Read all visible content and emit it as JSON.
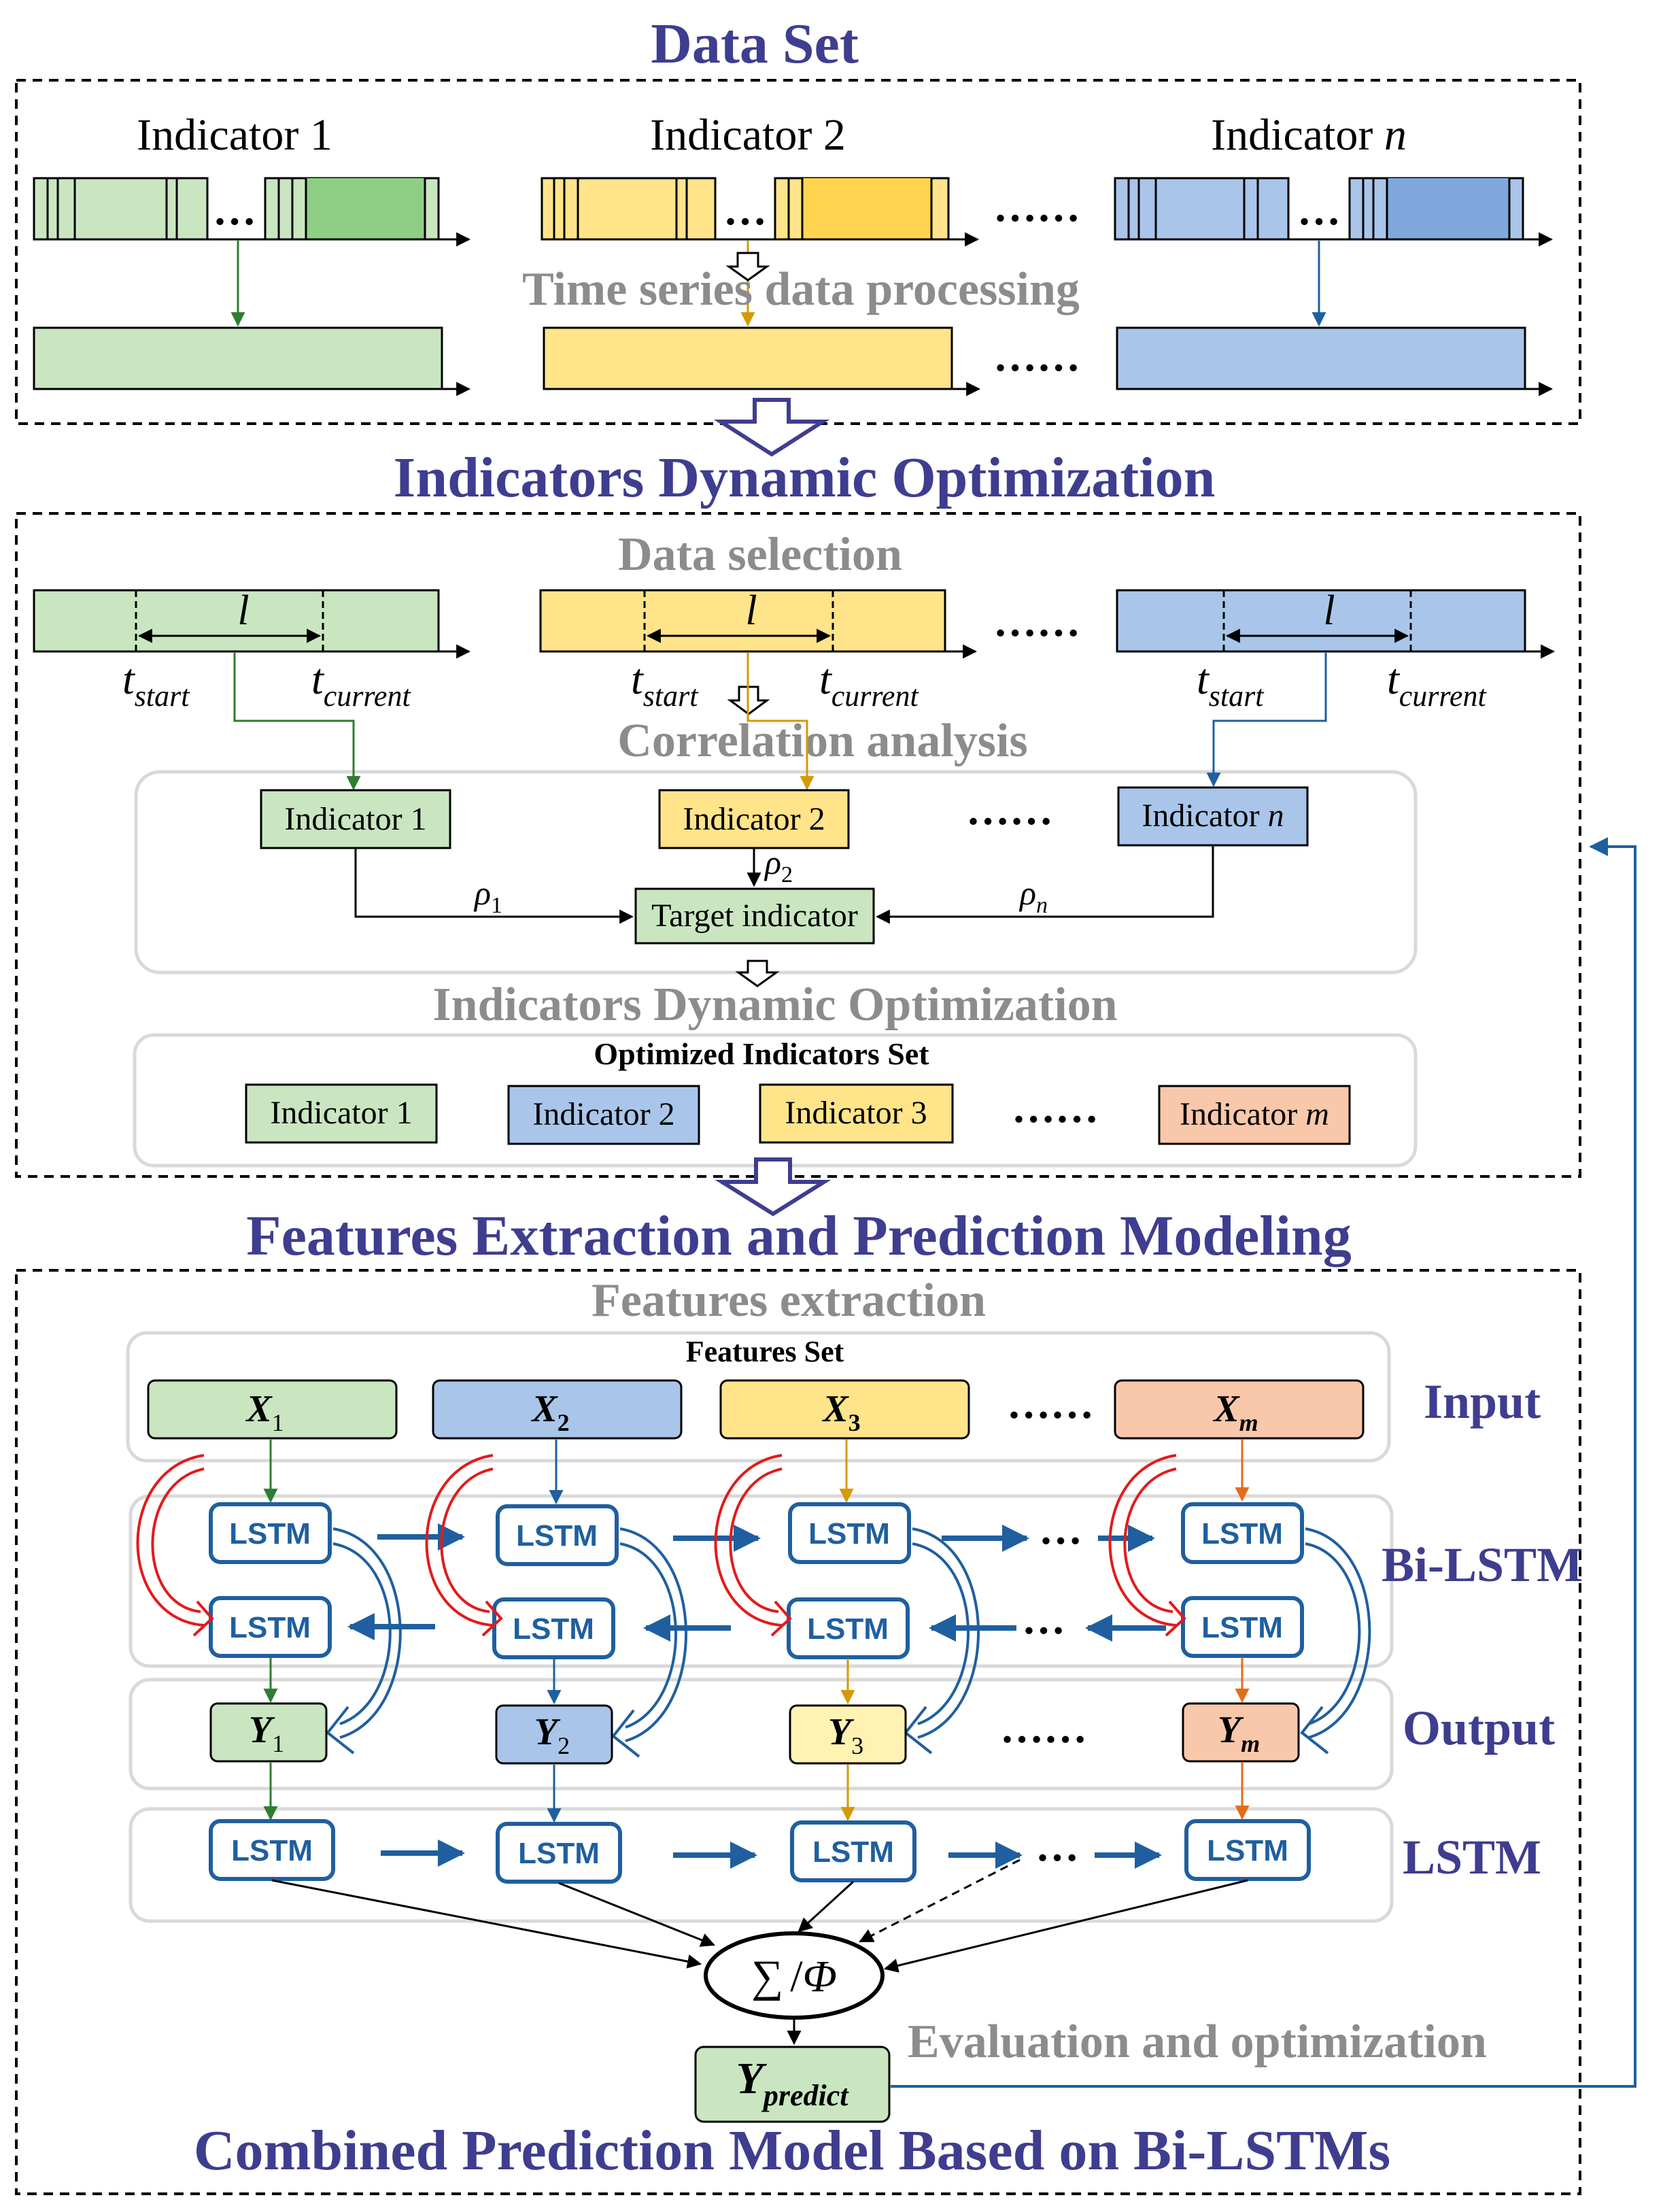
{
  "section_titles": {
    "data_set": "Data Set",
    "indicators_dynamic_optimization": "Indicators Dynamic Optimization",
    "features_extraction_prediction": "Features Extraction and Prediction Modeling",
    "combined_model": "Combined Prediction Model Based on Bi-LSTMs"
  },
  "data_set": {
    "indicator_1": "Indicator 1",
    "indicator_2": "Indicator 2",
    "indicator_n_prefix": "Indicator ",
    "indicator_n_var": "n",
    "processing_label": "Time series data processing",
    "ellipsis": "……"
  },
  "optimization": {
    "data_selection": "Data selection",
    "window_var": "l",
    "t_start_base": "t",
    "t_start_sub": "start",
    "t_current_base": "t",
    "t_current_sub": "current",
    "correlation_analysis": "Correlation analysis",
    "corr_indicator_1": "Indicator 1",
    "corr_indicator_2": "Indicator 2",
    "corr_indicator_n_prefix": "Indicator ",
    "corr_indicator_n_var": "n",
    "target_indicator": "Target indicator",
    "rho_symbol": "ρ",
    "rho_1_sub": "1",
    "rho_2_sub": "2",
    "rho_n_sub": "n",
    "dynamic_opt_label": "Indicators Dynamic Optimization",
    "optimized_set_title": "Optimized Indicators Set",
    "opt_indicator_1": "Indicator 1",
    "opt_indicator_2": "Indicator 2",
    "opt_indicator_3": "Indicator 3",
    "opt_indicator_m_prefix": "Indicator ",
    "opt_indicator_m_var": "m",
    "ellipsis": "……"
  },
  "modeling": {
    "features_extraction": "Features extraction",
    "features_set_title": "Features Set",
    "x_symbol": "X",
    "x_subs": [
      "1",
      "2",
      "3",
      "m"
    ],
    "y_symbol": "Y",
    "y_subs": [
      "1",
      "2",
      "3",
      "m"
    ],
    "lstm_label": "LSTM",
    "side_input": "Input",
    "side_bilstm": "Bi-LSTM",
    "side_output": "Output",
    "side_lstm": "LSTM",
    "combiner_sum": "∑",
    "combiner_slash": "/",
    "combiner_phi": "Φ",
    "y_predict_sub": "predict",
    "evaluation_label": "Evaluation and optimization",
    "ellipsis": "……",
    "mid_dots": "…"
  },
  "colors": {
    "title_purple": "#3f3d8f",
    "grey_text": "#8c8c8c",
    "green_fill": "#c9e6c1",
    "green_line": "#2e7d32",
    "yellow_fill": "#ffe48a",
    "yellow_line": "#d49a00",
    "blue_fill": "#a9c6ea",
    "blue_line": "#1f5f9f",
    "orange_fill": "#f9c8aa",
    "orange_line": "#e36c1a",
    "red_curve": "#e21b1b",
    "lstm_blue": "#1f5f9f"
  }
}
